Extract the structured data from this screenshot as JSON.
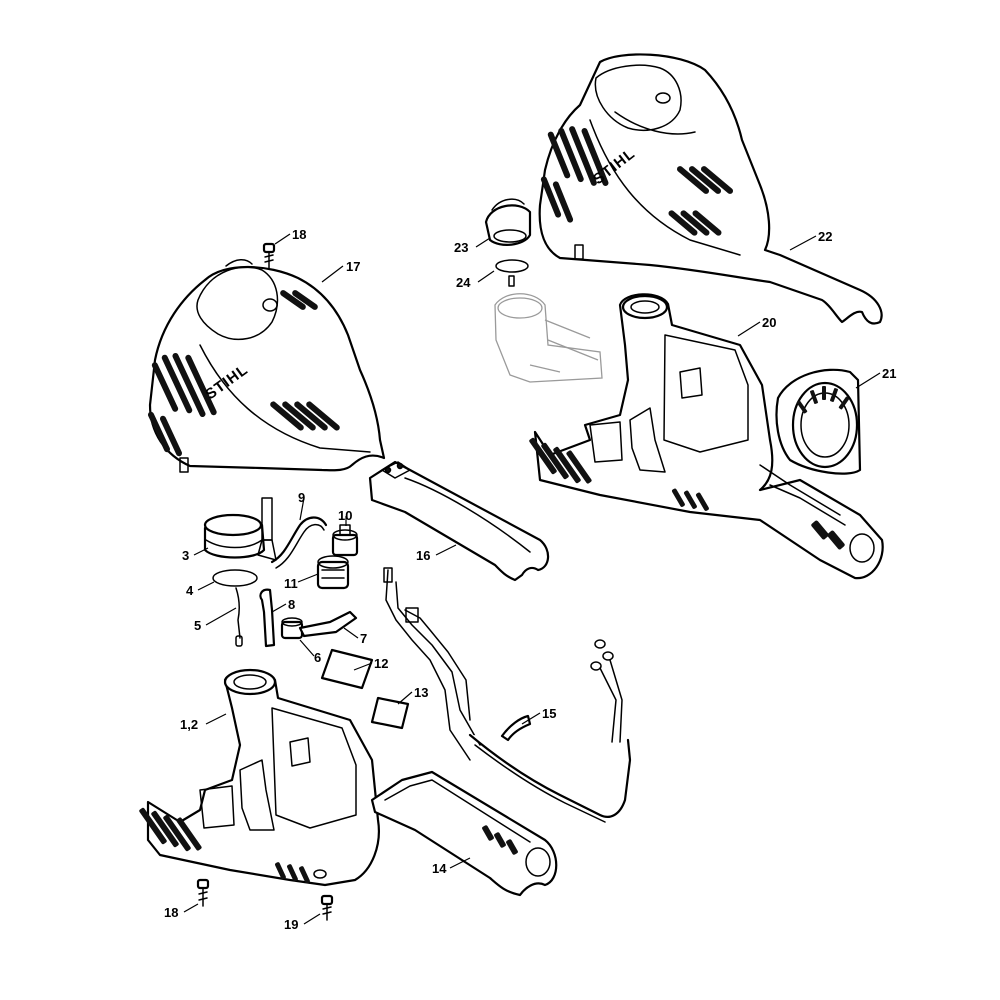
{
  "brand_text": "STIHL",
  "callouts": [
    {
      "id": "c18a",
      "label": "18"
    },
    {
      "id": "c17",
      "label": "17"
    },
    {
      "id": "c23",
      "label": "23"
    },
    {
      "id": "c24",
      "label": "24"
    },
    {
      "id": "c22",
      "label": "22"
    },
    {
      "id": "c20",
      "label": "20"
    },
    {
      "id": "c21",
      "label": "21"
    },
    {
      "id": "c9",
      "label": "9"
    },
    {
      "id": "c10",
      "label": "10"
    },
    {
      "id": "c3",
      "label": "3"
    },
    {
      "id": "c11",
      "label": "11"
    },
    {
      "id": "c16",
      "label": "16"
    },
    {
      "id": "c4",
      "label": "4"
    },
    {
      "id": "c8",
      "label": "8"
    },
    {
      "id": "c5",
      "label": "5"
    },
    {
      "id": "c7",
      "label": "7"
    },
    {
      "id": "c6",
      "label": "6"
    },
    {
      "id": "c12",
      "label": "12"
    },
    {
      "id": "c13",
      "label": "13"
    },
    {
      "id": "c15",
      "label": "15"
    },
    {
      "id": "c12b",
      "label": "1,2"
    },
    {
      "id": "c14",
      "label": "14"
    },
    {
      "id": "c18b",
      "label": "18"
    },
    {
      "id": "c19",
      "label": "19"
    }
  ]
}
